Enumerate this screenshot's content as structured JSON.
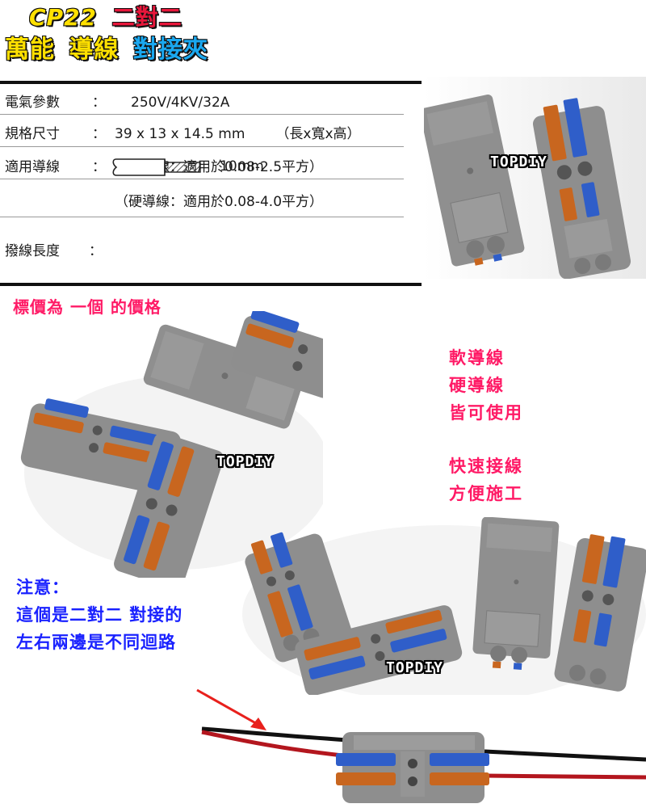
{
  "title": {
    "line1_model": "CP22",
    "line1_type": "二對二",
    "line2_a": "萬能",
    "line2_b": "導線",
    "line2_c": "對接夾"
  },
  "specs": {
    "rows": [
      {
        "label": "電氣參數",
        "colon": "：",
        "value": "250V/4KV/32A",
        "note": ""
      },
      {
        "label": "規格尺寸",
        "colon": "：",
        "value": "39 x 13 x 14.5 mm",
        "note": "（長x寬x高）"
      },
      {
        "label": "適用導線",
        "colon": "：",
        "value": "（軟導線：適用於0.08-2.5平方）",
        "note": ""
      },
      {
        "label": "",
        "colon": "",
        "value": "（硬導線：適用於0.08-4.0平方）",
        "note": ""
      }
    ],
    "strip": {
      "label": "撥線長度",
      "colon": "：",
      "value": "10mm",
      "icon": "wire-strip-diagram-icon"
    }
  },
  "price_note": "標價為 一個 的價格",
  "features": {
    "group1": [
      "軟導線",
      "硬導線",
      "皆可使用"
    ],
    "group2": [
      "快速接線",
      "方便施工"
    ]
  },
  "notice": {
    "lines": [
      "注意：",
      "這個是二對二 對接的",
      "左右兩邊是不同迴路"
    ]
  },
  "watermarks": [
    "TOPDIY",
    "TOPDIY",
    "TOPDIY"
  ],
  "colors": {
    "title_yellow": "#ffe000",
    "title_red": "#e8173b",
    "title_cyan": "#1aa8f0",
    "promo_pink": "#ff1a66",
    "notice_blue": "#1a22ff",
    "connector_gray": "#8e8e8e",
    "lever_blue": "#2f5ec9",
    "lever_orange": "#c8661f",
    "wire_red": "#b3161e",
    "wire_black": "#111111",
    "arrow_red": "#e8201c"
  }
}
